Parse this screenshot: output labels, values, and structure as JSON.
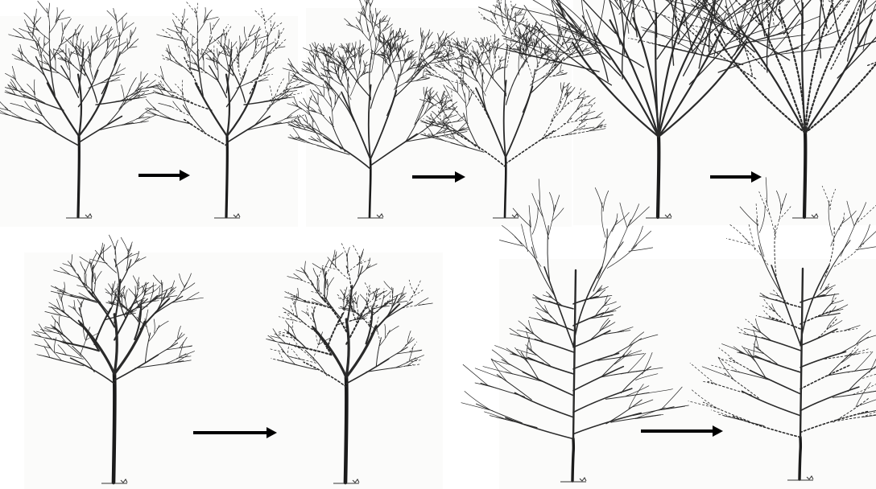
{
  "figure": {
    "background": "#ffffff",
    "ink_color": "#1b1b1b",
    "arrow_color": "#000000",
    "line_styles": [
      "solid-branch",
      "dotted-pruning-cut"
    ]
  },
  "examples": [
    {
      "id": "pair-1",
      "kind": "central-leader-young",
      "seed": 11,
      "arrow_icon": "right-arrow-icon"
    },
    {
      "id": "pair-2",
      "kind": "pyramidal-dense",
      "seed": 23,
      "arrow_icon": "right-arrow-icon"
    },
    {
      "id": "pair-3",
      "kind": "vase-upright",
      "seed": 37,
      "arrow_icon": "right-arrow-icon"
    },
    {
      "id": "pair-4",
      "kind": "rounded-open",
      "seed": 41,
      "arrow_icon": "right-arrow-icon"
    },
    {
      "id": "pair-5",
      "kind": "tiered-leader",
      "seed": 53,
      "arrow_icon": "right-arrow-icon"
    }
  ]
}
